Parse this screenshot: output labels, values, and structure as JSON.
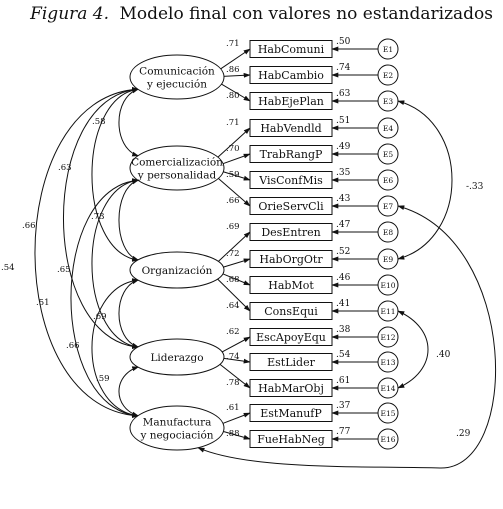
{
  "title": {
    "prefix": "Figura 4.",
    "text": "Modelo final con valores no estandarizados"
  },
  "factors": [
    {
      "id": "F1",
      "lines": [
        "Comunicación",
        "y ejecución"
      ]
    },
    {
      "id": "F2",
      "lines": [
        "Comercialización",
        "y personalidad"
      ]
    },
    {
      "id": "F3",
      "lines": [
        "Organización"
      ]
    },
    {
      "id": "F4",
      "lines": [
        "Liderazgo"
      ]
    },
    {
      "id": "F5",
      "lines": [
        "Manufactura",
        "y negociación"
      ]
    }
  ],
  "indicators": [
    {
      "name": "HabComuni",
      "factor": "F1",
      "loading": ".71",
      "r2": ".50",
      "error": "E1"
    },
    {
      "name": "HabCambio",
      "factor": "F1",
      "loading": ".86",
      "r2": ".74",
      "error": "E2"
    },
    {
      "name": "HabEjePlan",
      "factor": "F1",
      "loading": ".80",
      "r2": ".63",
      "error": "E3"
    },
    {
      "name": "HabVendld",
      "factor": "F2",
      "loading": ".71",
      "r2": ".51",
      "error": "E4"
    },
    {
      "name": "TrabRangP",
      "factor": "F2",
      "loading": ".70",
      "r2": ".49",
      "error": "E5"
    },
    {
      "name": "VisConfMis",
      "factor": "F2",
      "loading": ".59",
      "r2": ".35",
      "error": "E6"
    },
    {
      "name": "OrieServCli",
      "factor": "F2",
      "loading": ".66",
      "r2": ".43",
      "error": "E7"
    },
    {
      "name": "DesEntren",
      "factor": "F3",
      "loading": ".69",
      "r2": ".47",
      "error": "E8"
    },
    {
      "name": "HabOrgOtr",
      "factor": "F3",
      "loading": ".72",
      "r2": ".52",
      "error": "E9"
    },
    {
      "name": "HabMot",
      "factor": "F3",
      "loading": ".68",
      "r2": ".46",
      "error": "E10"
    },
    {
      "name": "ConsEqui",
      "factor": "F3",
      "loading": ".64",
      "r2": ".41",
      "error": "E11"
    },
    {
      "name": "EscApoyEqu",
      "factor": "F4",
      "loading": ".62",
      "r2": ".38",
      "error": "E12"
    },
    {
      "name": "EstLider",
      "factor": "F4",
      "loading": ".74",
      "r2": ".54",
      "error": "E13"
    },
    {
      "name": "HabMarObj",
      "factor": "F4",
      "loading": ".78",
      "r2": ".61",
      "error": "E14"
    },
    {
      "name": "EstManufP",
      "factor": "F5",
      "loading": ".61",
      "r2": ".37",
      "error": "E15"
    },
    {
      "name": "FueHabNeg",
      "factor": "F5",
      "loading": ".88",
      "r2": ".77",
      "error": "E16"
    }
  ],
  "factor_correlations": [
    {
      "from": "F1",
      "to": "F2",
      "value": ".58"
    },
    {
      "from": "F1",
      "to": "F3",
      "value": ".63"
    },
    {
      "from": "F1",
      "to": "F4",
      "value": ".66"
    },
    {
      "from": "F1",
      "to": "F5",
      "value": ".54"
    },
    {
      "from": "F2",
      "to": "F3",
      "value": ".73"
    },
    {
      "from": "F2",
      "to": "F4",
      "value": ".65"
    },
    {
      "from": "F2",
      "to": "F5",
      "value": ".51"
    },
    {
      "from": "F3",
      "to": "F4",
      "value": ".69"
    },
    {
      "from": "F3",
      "to": "F5",
      "value": ".66"
    },
    {
      "from": "F4",
      "to": "F5",
      "value": ".59"
    }
  ],
  "error_correlations": [
    {
      "from": "E3",
      "to": "E9",
      "value": "-.33"
    },
    {
      "from": "E11",
      "to": "E14",
      "value": ".40"
    },
    {
      "from": "E7",
      "to": "F5",
      "value": ".29"
    }
  ]
}
